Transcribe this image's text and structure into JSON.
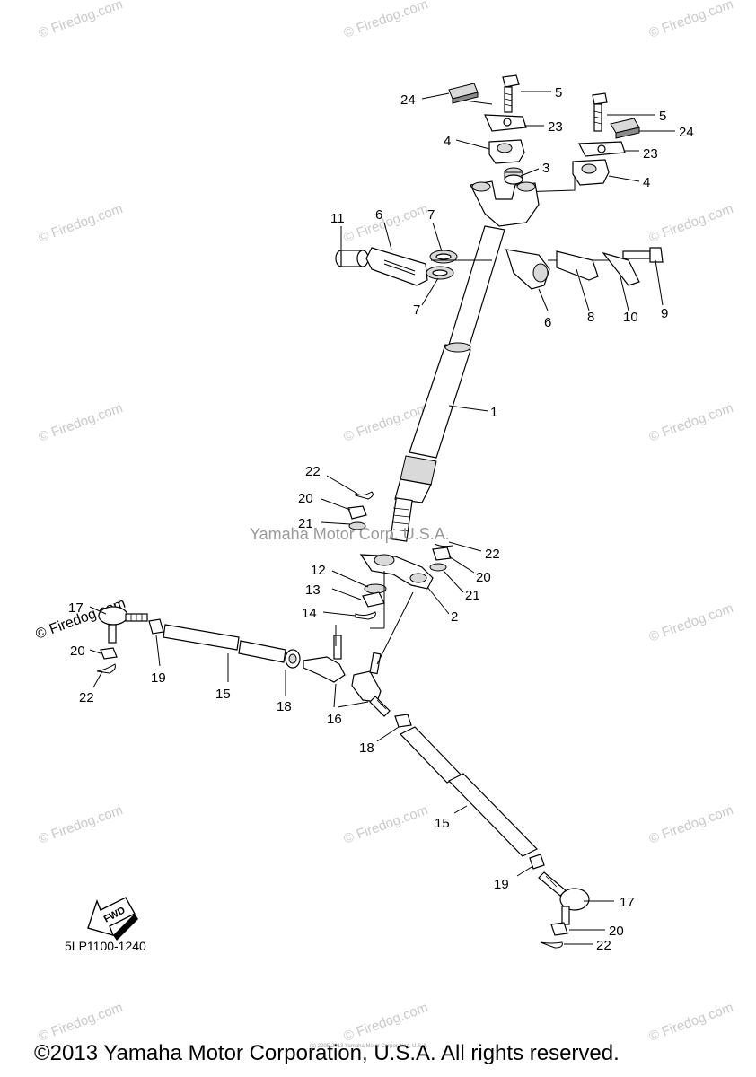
{
  "watermarks": {
    "site": "© Firedog.com",
    "center": "Yamaha Motor Corp. U.S.A."
  },
  "diagram_code": "5LP1100-1240",
  "fwd_label": "FWD",
  "copyright": "©2013 Yamaha Motor Corporation, U.S.A. All rights reserved.",
  "tiny_credit": "(c) 2005-2013 Yamaha Motor Corporation, U.S.A.",
  "callouts": {
    "c24a": "24",
    "c5a": "5",
    "c23a": "23",
    "c4a": "4",
    "c3": "3",
    "c5b": "5",
    "c24b": "24",
    "c23b": "23",
    "c4b": "4",
    "c11": "11",
    "c6a": "6",
    "c7a": "7",
    "c7b": "7",
    "c6b": "6",
    "c8": "8",
    "c10": "10",
    "c9": "9",
    "c1": "1",
    "c22a": "22",
    "c20a": "20",
    "c21a": "21",
    "c22b": "22",
    "c20b": "20",
    "c21b": "21",
    "c12": "12",
    "c13": "13",
    "c14": "14",
    "c2": "2",
    "c17a": "17",
    "c20c": "20",
    "c22c": "22",
    "c19a": "19",
    "c15a": "15",
    "c18a": "18",
    "c16": "16",
    "c18b": "18",
    "c15b": "15",
    "c19b": "19",
    "c17b": "17",
    "c20d": "20",
    "c22d": "22"
  }
}
